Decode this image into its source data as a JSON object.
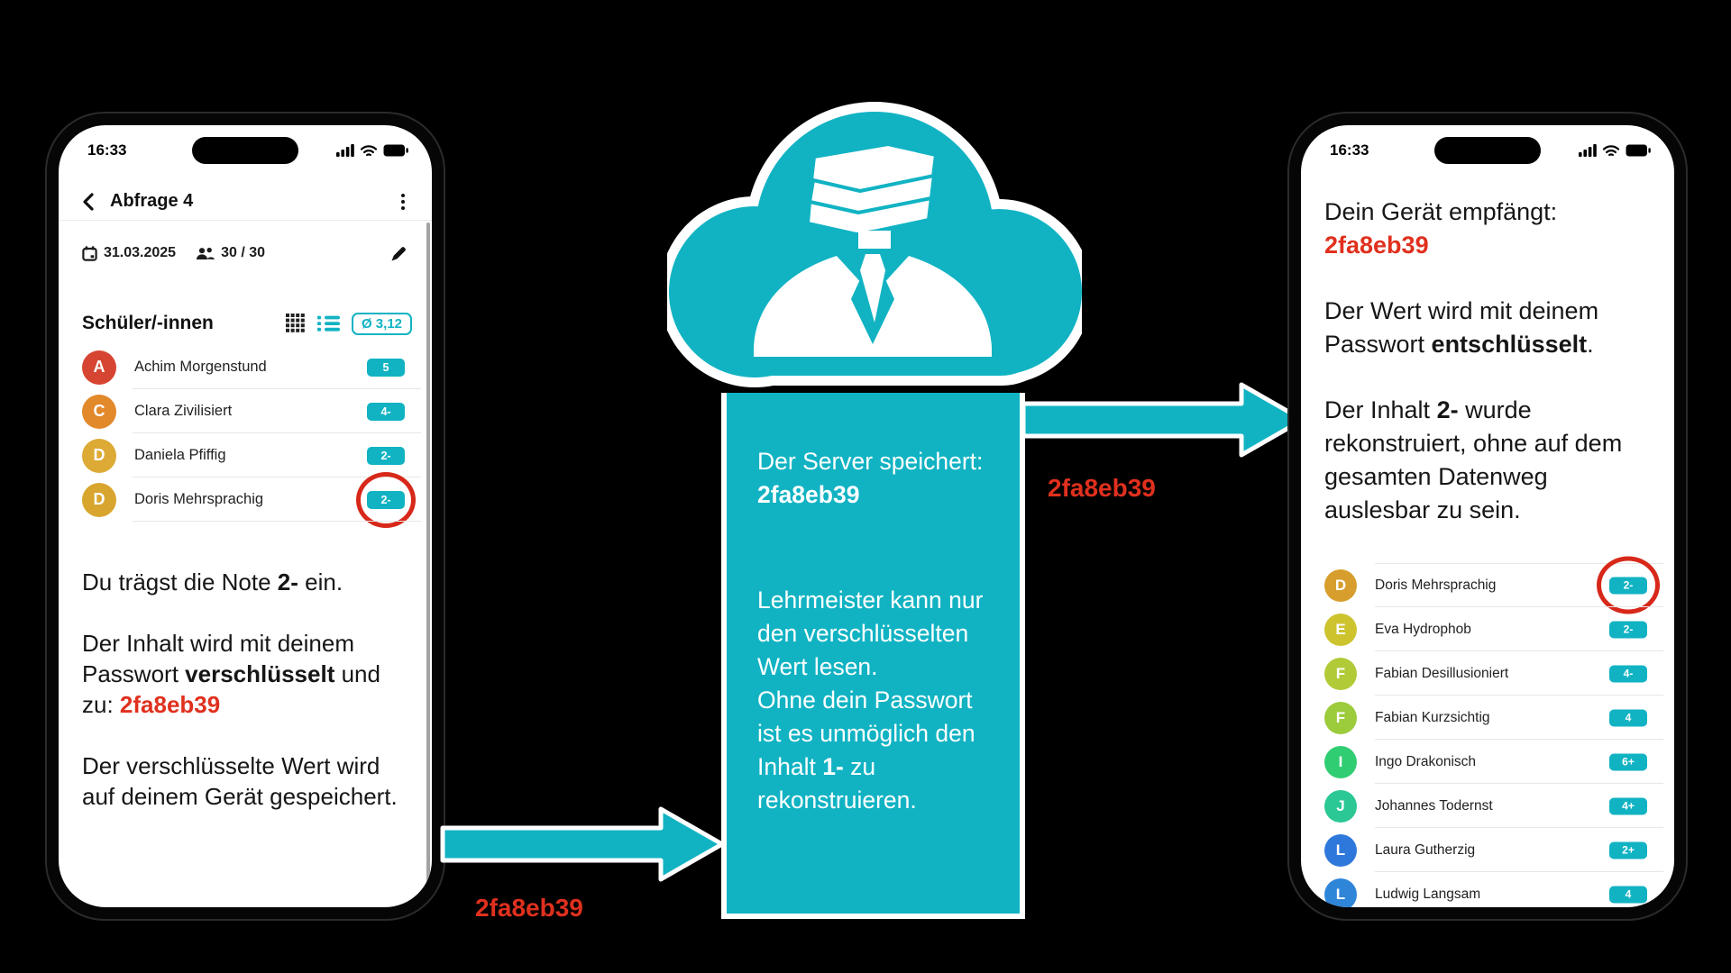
{
  "colors": {
    "teal": "#11b3c3",
    "red": "#e0301e",
    "red_circle": "#d7281a"
  },
  "cipher_value": "2fa8eb39",
  "icons": {
    "back": "chevron-left-icon",
    "more": "kebab-menu-icon",
    "date": "calendar-icon",
    "participants": "people-icon",
    "edit": "pencil-icon",
    "grid_view": "grid-icon",
    "list_view": "list-icon",
    "signal": "cellular-bars-icon",
    "wifi": "wifi-icon",
    "battery": "battery-icon",
    "cloud": "cloud-icon",
    "server_figure": "teacher-with-books-icon"
  },
  "left_phone": {
    "time": "16:33",
    "header": {
      "title": "Abfrage 4"
    },
    "meta": {
      "date": "31.03.2025",
      "participants": "30 / 30"
    },
    "section": {
      "title": "Schüler/-innen",
      "average": "Ø 3,12"
    },
    "students": [
      {
        "initial": "A",
        "name": "Achim Morgenstund",
        "grade": "5",
        "color": "#d64531",
        "circled": false
      },
      {
        "initial": "C",
        "name": "Clara Zivilisiert",
        "grade": "4-",
        "color": "#e2892b",
        "circled": false
      },
      {
        "initial": "D",
        "name": "Daniela Pfiffig",
        "grade": "2-",
        "color": "#dcaa35",
        "circled": false
      },
      {
        "initial": "D",
        "name": "Doris Mehrsprachig",
        "grade": "2-",
        "color": "#d8a62f",
        "circled": true
      }
    ],
    "paragraphs": [
      [
        {
          "t": "Du trägst die Note "
        },
        {
          "t": "2-",
          "b": true
        },
        {
          "t": " ein."
        }
      ],
      [
        {
          "t": "Der Inhalt wird mit deinem"
        },
        {
          "br": true
        },
        {
          "t": "Passwort "
        },
        {
          "t": "verschlüsselt",
          "b": true
        },
        {
          "t": " und"
        },
        {
          "br": true
        },
        {
          "t": "zu: "
        },
        {
          "t": "2fa8eb39",
          "b": true,
          "red": true
        }
      ],
      [
        {
          "t": "Der verschlüsselte Wert wird"
        },
        {
          "br": true
        },
        {
          "t": "auf deinem Gerät gespeichert."
        }
      ]
    ]
  },
  "server": {
    "paragraphs": [
      [
        {
          "t": "Der Server speichert:"
        },
        {
          "br": true
        },
        {
          "t": "2fa8eb39",
          "b": true
        }
      ],
      [
        {
          "t": "Lehrmeister kann nur"
        },
        {
          "br": true
        },
        {
          "t": "den verschlüsselten"
        },
        {
          "br": true
        },
        {
          "t": "Wert lesen."
        },
        {
          "br": true
        },
        {
          "t": "Ohne dein Passwort"
        },
        {
          "br": true
        },
        {
          "t": "ist es unmöglich den"
        },
        {
          "br": true
        },
        {
          "t": "Inhalt "
        },
        {
          "t": "1-",
          "b": true
        },
        {
          "t": " zu"
        },
        {
          "br": true
        },
        {
          "t": "rekonstruieren."
        }
      ]
    ]
  },
  "arrows": {
    "left_label": "2fa8eb39",
    "right_label": "2fa8eb39"
  },
  "right_phone": {
    "time": "16:33",
    "paragraphs": [
      [
        {
          "t": "Dein Gerät empfängt:"
        },
        {
          "br": true
        },
        {
          "t": "2fa8eb39",
          "b": true,
          "red": true
        }
      ],
      [
        {
          "t": "Der Wert wird mit deinem"
        },
        {
          "br": true
        },
        {
          "t": "Passwort "
        },
        {
          "t": "entschlüsselt",
          "b": true
        },
        {
          "t": "."
        }
      ],
      [
        {
          "t": "Der Inhalt "
        },
        {
          "t": "2-",
          "b": true
        },
        {
          "t": " wurde"
        },
        {
          "br": true
        },
        {
          "t": "rekonstruiert, ohne auf dem"
        },
        {
          "br": true
        },
        {
          "t": "gesamten Datenweg"
        },
        {
          "br": true
        },
        {
          "t": "auslesbar zu sein."
        }
      ]
    ],
    "students": [
      {
        "initial": "D",
        "name": "Doris Mehrsprachig",
        "grade": "2-",
        "color": "#d79e2e",
        "circled": true
      },
      {
        "initial": "E",
        "name": "Eva Hydrophob",
        "grade": "2-",
        "color": "#cdc32f",
        "circled": false
      },
      {
        "initial": "F",
        "name": "Fabian Desillusioniert",
        "grade": "4-",
        "color": "#b0cb37",
        "circled": false
      },
      {
        "initial": "F",
        "name": "Fabian Kurzsichtig",
        "grade": "4",
        "color": "#9ccb3b",
        "circled": false
      },
      {
        "initial": "I",
        "name": "Ingo Drakonisch",
        "grade": "6+",
        "color": "#31cd72",
        "circled": false
      },
      {
        "initial": "J",
        "name": "Johannes Todernst",
        "grade": "4+",
        "color": "#2bc795",
        "circled": false
      },
      {
        "initial": "L",
        "name": "Laura Gutherzig",
        "grade": "2+",
        "color": "#2e78dc",
        "circled": false
      },
      {
        "initial": "L",
        "name": "Ludwig Langsam",
        "grade": "4",
        "color": "#2f86d9",
        "circled": false
      }
    ]
  }
}
